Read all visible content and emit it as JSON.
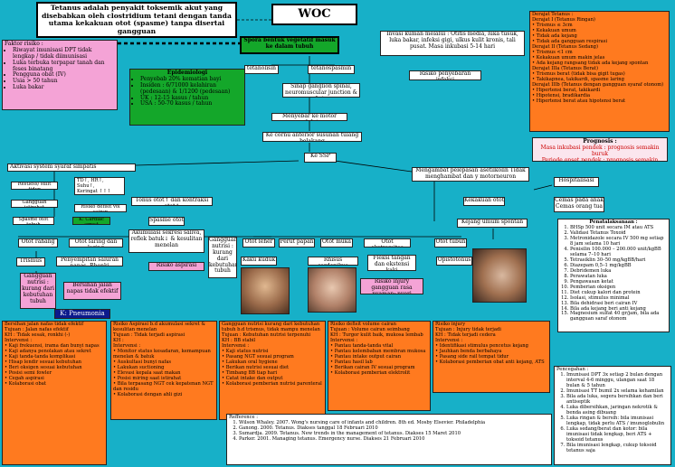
{
  "header": {
    "definition": "Tetanus adalah penyakit toksemik akut yang disebabkan oleh clostridium tetani dengan tanda utama kekakuan otot (spasme) tanpa disertai gangguan",
    "title": "WOC TETANUS"
  },
  "left": {
    "faktor_title": "Faktor risiko :",
    "faktor_items": [
      "Riwayat imunisasi DPT tidak lengkap / tidak diimunisasi",
      "Luka terbuka terpapar tanah dan feses binatang",
      "Pengguna obat (IV)",
      "Usia > 50 tahun",
      "Luka bakar"
    ],
    "epid_title": "Epidemiologi",
    "epid_items": [
      "Penyebab 20% kematian bayi",
      "Insiden : 6/71000 kelahiran (pedesaan) & 1/1200 (pedesaan)",
      "UK : 12-15 kasus / tahun",
      "USA : 50-70 kasus / tahun"
    ]
  },
  "center": {
    "spora": "Spora bentuk vegetatif masuk ke dalam tubuh",
    "invasi": "Invasi kuman melalui : Otitis media, luka tusuk, luka bakar, infeksi gigi, ulkus kulit kronis, tali pusat. Masa inkubasi 5-14 hari",
    "tetanolisin": "tetanolisin",
    "tetanospasmin": "tetanospasmin",
    "risiko_penyebaran": "Risiko penyebaran infeksi",
    "saraf": "Sinap ganglion spinal, neuromuscular junction & saraf otonom",
    "motor": "Menyebar ke motor endplate",
    "cornu": "Ke cornu anterior susunan tulang belakang",
    "ssp": "Ke SSP",
    "aktivasi": "Aktivasi system syaraf simpatis",
    "mengambat": "Mengambat pelepasan asetilkolin Tidak menghambat dan y motorneuron",
    "restless": "Restless/ sulit tidur",
    "gangguan_istirahat": "Gangguan istirahat",
    "spasme_tubuh": "Spasme otot tubuh",
    "vitals_line1": "TD↑, HR↑, Suhu↑,",
    "vitals_line2": "Keringat ↑↑↑",
    "risiko_cairan": "Risiko defisit vol cairan",
    "cardiac": "K: Cardiac arrest",
    "tonus": "Tonus otot↑ dan kontraksi otot↑",
    "kekakuan": "Kekakuan otot",
    "hospitalisasi": "Hospitalisasi",
    "cemas": "Cemas pada anak Cemas orang tua",
    "kejang": "Kejang umum spontan",
    "spasme_otot": "Spasme otot",
    "otot_rahang": "Otot rahang",
    "otot_faring": "Otot faring dan laring",
    "akumulasi": "Akumulasi sekresi saliva, reflek batuk↓ & kesulitan menelan",
    "gangguan_nutrisi2": "Gangguan nutrisi : kurang dari kebutuhan tubuh",
    "risiko_aspirasi": "Risiko aspirasi",
    "trismus": "Trismus",
    "penyempitan": "Penyempitan saluran napas, Rhonki",
    "gangguan_nutrisi1": "Gangguan nutrisi : kurang dari kebutuhan tubuh",
    "bersihan": "Bersihan jalan napas tidak efektif",
    "pneumonia": "K: Pneumonia",
    "otot_leher": "Otot leher",
    "perut_papan": "Perut papan",
    "otot_muka": "Otot muka",
    "ekstremitas": "Otot ekstremitas",
    "otot_tubuh": "Otot tubuh",
    "kaku_kuduk": "Kaku kuduk",
    "risus": "Rhisus sardonikus",
    "fleksi": "Fleksi tangan dan ekstensi kaki",
    "opistotonus": "Opistotonus",
    "risiko_injury": "Risiko injury gangguan rasa nyaman: nyeri"
  },
  "right": {
    "derajat_title": "Derajat Tetanus :",
    "derajat_lines": [
      "Derajat I (Tetanus Ringan)",
      "• Trismus ≤ 3cm",
      "• Kekakuan umum",
      "• Tidak ada kejang",
      "• Tidak ada gangguan respirasi",
      "Derajat II (Tetanus Sedang)",
      "• Trismus <1 cm",
      "• Kekakuan umum makin jelas",
      "• Ada kejang rangsang tidak ada kejang spontan",
      "Derajat IIIa (Tetanus Berat)",
      "• Trismus berat (tidak bisa gigit tugas)",
      "• Takikapnea, takikardi, spasme laring",
      "Derajat IIIb (Tetanus dengan gangguan syaraf otonom)",
      "• Hipertensi berat, takikardi",
      "• Hipotensi, bradikardia",
      "• Hipertensi berat atau hipotensi berat"
    ],
    "prognosis_title": "Prognosis :",
    "prognosis_lines": [
      "Masa inkubasi pendek : prognosis semakin buruk",
      "Periode onset pendek : prognosis semakin buruk"
    ],
    "penatalaksanaan_title": "Penatalaksanaan :",
    "penatalaksanaan_items": [
      "BHSp 500 unit secara IM atau ATS",
      "Validasi Tetanus Toxoid",
      "Metronidazole secara IV 500 mg setiap 8 jam selama 10 hari",
      "Penisilin 100.000 – 200.000 unit/kgBB selama 7–10 hari",
      "Tetrasiklin 30–50 mg/kgBB/hari",
      "Diazepam 0,5–1 mg/kgBB",
      "Debridemen luka",
      "Perawatan luka",
      "Pengawasan ketat",
      "Pemberian oksigen",
      "Diet cukup kalori dan protein",
      "Isolasi, stimulus minimal",
      "Bila dehidrasi beri cairan IV",
      "Bila ada kejang beri anti kejang",
      "Magnesium sulfat 40 gr/jam, bila ada gangguan saraf otonom"
    ],
    "pencegahan_title": "Pencegahan :",
    "pencegahan_items": [
      "Imunisasi DPT 3x setiap 2 bulan dengan interval 4-6 minggu, ulangan saat 18 bulan & 5 tahun",
      "Imunisasi TT bumil 2x selama kehamilan",
      "Bila ada luka, segera bersihkan dan beri antiseptik",
      "Luka dibersihkan, jaringan nekrotik & benda asing dibuang",
      "Luka ringan & bersih: bila imunisasi lengkap, tidak perlu ATS / imunoglobulin",
      "Luka sedang/berat dan kotor: bila imunisasi tidak lengkap, beri ATS + toksoid tetanus",
      "Bila imunisasi lengkap, cukup toksoid tetanus saja"
    ]
  },
  "bottom": {
    "col1_title": "Bersihan jalan nafas tidak efektif",
    "col1_body": [
      "Tujuan : Jalan nafas efektif",
      "KH : Tidak sesak, ronkhi (-)",
      "Intervensi :",
      "• Kaji frekuensi, irama dan bunyi napas",
      "• Kaji adanya penolakan atau sekret",
      "• Kaji tanda-tanda komplikasi",
      "• Hisap lendir sesuai kebutuhan",
      "• Beri oksigen sesuai kebutuhan",
      "• Posisi semi fowler",
      "• Cegah aspirasi",
      "• Kolaborasi obat"
    ],
    "col2_title": "Risiko Aspirasi b.d akumulasi sekret & kesulitan menelan",
    "col2_body": [
      "Tujuan : Tidak terjadi aspirasi",
      "KH :",
      "Intervensi :",
      "• Monitor status kesadaran, kemampuan menelan & batuk",
      "• Auskultasi bunyi nafas",
      "• Lakukan suctioning",
      "• Elevasi kepala saat makan",
      "• Posisi miring saat istirahat",
      "• Bila terpasang NGT cek kepatenan NGT dan residu",
      "• Kolaborasi dengan ahli gizi"
    ],
    "col3_title": "Gangguan nutrisi kurang dari kebutuhan tubuh b.d trismus, tidak mampu menelan",
    "col3_body": [
      "Tujuan : Kebutuhan nutrisi terpenuhi",
      "KH : BB stabil",
      "Intervensi :",
      "• Kaji status nutrisi",
      "• Pasang NGT sesuai program",
      "• Lakukan oral hygiene",
      "• Berikan nutrisi sesuai diet",
      "• Timbang BB tiap hari",
      "• Catat intake dan output",
      "• Kolaborasi pemberian nutrisi parenteral"
    ],
    "col4_title": "Risiko defisit volume cairan",
    "col4_body": [
      "Tujuan : Volume cairan seimbang",
      "KH : Turgor kulit baik, mukosa lembab",
      "Intervensi :",
      "• Pantau tanda-tanda vital",
      "• Pantau kelembaban membran mukosa",
      "• Pantau intake output cairan",
      "• Pantau hasil lab",
      "• Berikan cairan IV sesuai program",
      "• Kolaborasi pemberian elektrolit"
    ],
    "col5_title": "Risiko injury",
    "col5_body": [
      "Tujuan : Injury tidak terjadi",
      "KH : Tidak terjadi cedera",
      "Intervensi :",
      "• Identifikasi stimulus pencetus kejang",
      "• Jauhkan benda berbahaya",
      "• Pasang side rail tempat tidur",
      "• Kolaborasi pemberian obat anti kejang, ATS"
    ],
    "ref_title": "Refference :",
    "ref_items": [
      "Wilson Whaley. 2007. Wong's nursing care of infants and children. 8th ed. Mosby Elsevier. Philadelphia",
      "Ganong. 2000. Tetanus. Diakses tanggal 18 Februari 2010",
      "Sumardja. 2009. Tetanus. New trends in the management of tetanus. Diakses 15 Maret 2010",
      "Parker. 2001. Managing tetanus. Emergency nurse. Diakses 21 Februari 2010"
    ]
  },
  "colors": {
    "background": "#17b0c8",
    "green": "#14a72a",
    "orange": "#ff7a1f",
    "pink": "#f4a3d6",
    "navy": "#0c1a8c"
  }
}
